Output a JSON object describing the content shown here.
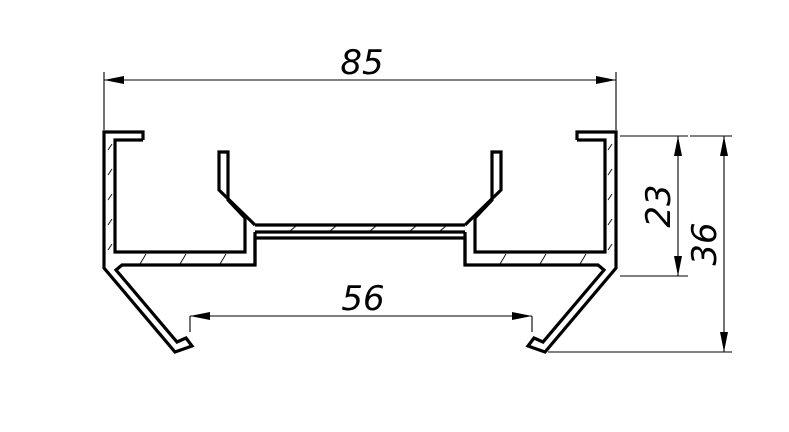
{
  "drawing": {
    "dimensions": [
      {
        "id": "overall-width",
        "value": "85"
      },
      {
        "id": "inner-width",
        "value": "56"
      },
      {
        "id": "inner-height",
        "value": "23"
      },
      {
        "id": "overall-height",
        "value": "36"
      }
    ],
    "colors": {
      "line": "#000000",
      "background": "#ffffff"
    }
  }
}
